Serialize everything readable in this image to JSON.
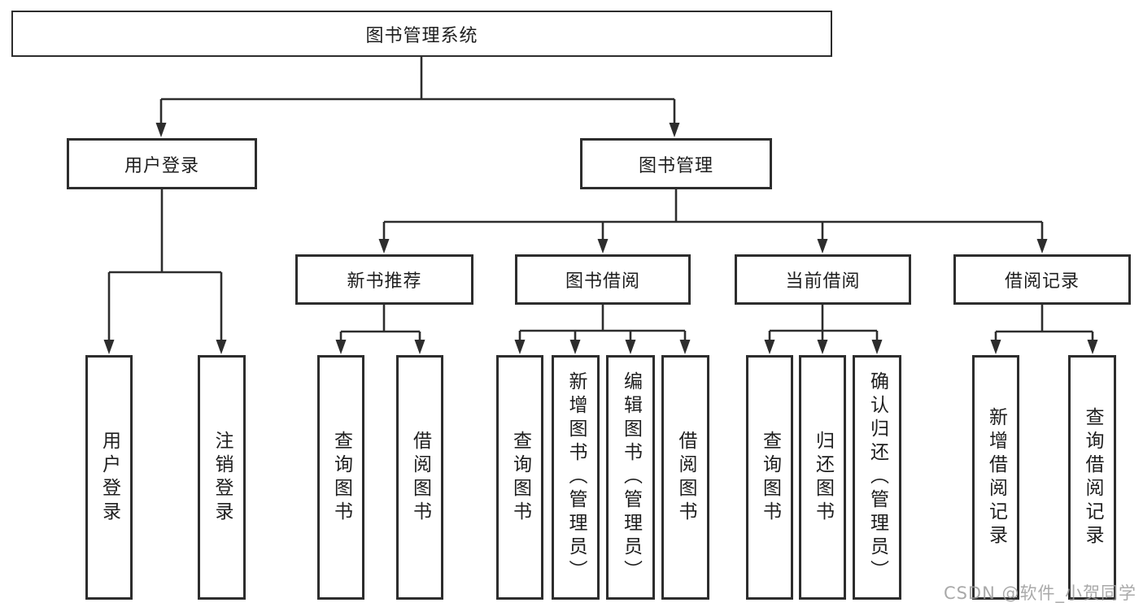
{
  "page": {
    "background": "#ffffff"
  },
  "diagram": {
    "type": "hierarchy-tree",
    "line_color": "#2d2d2d",
    "root": {
      "label": "图书管理系统"
    },
    "level2": {
      "user_login": {
        "label": "用户登录"
      },
      "book_management": {
        "label": "图书管理"
      }
    },
    "level3": {
      "new_book_recommend": {
        "label": "新书推荐"
      },
      "book_borrow": {
        "label": "图书借阅"
      },
      "current_borrow": {
        "label": "当前借阅"
      },
      "borrow_records": {
        "label": "借阅记录"
      }
    },
    "leaves": {
      "user_login": [
        "用户登录",
        "注销登录"
      ],
      "new_book_recommend": [
        "查询图书",
        "借阅图书"
      ],
      "book_borrow": [
        "查询图书",
        "新增图书（管理员）",
        "编辑图书（管理员）",
        "借阅图书"
      ],
      "current_borrow": [
        "查询图书",
        "归还图书",
        "确认归还（管理员）"
      ],
      "borrow_records": [
        "新增借阅记录",
        "查询借阅记录"
      ]
    }
  },
  "watermark": {
    "text": "CSDN @软件_小贺同学",
    "color": "#9b9b9b"
  }
}
